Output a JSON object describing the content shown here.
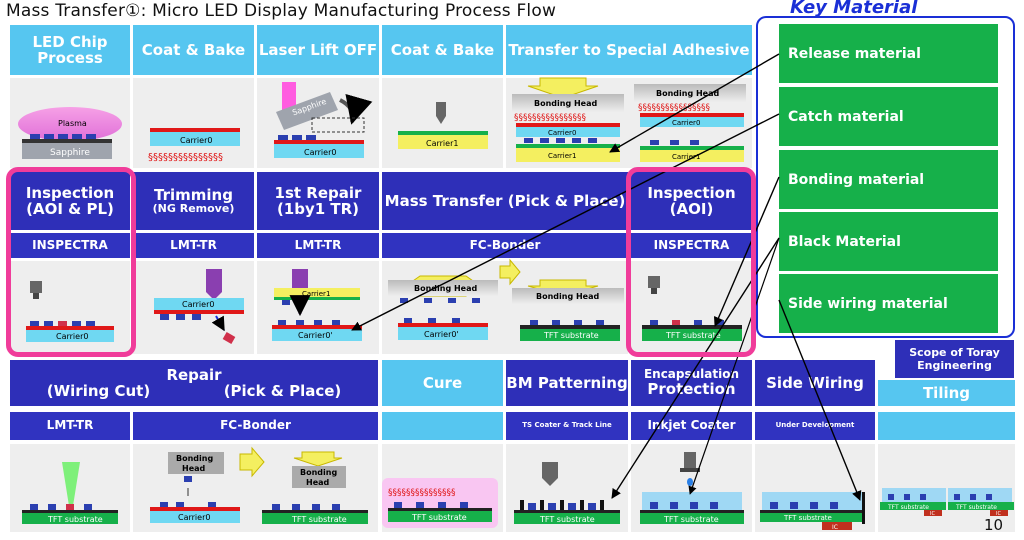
{
  "title": "Mass Transfer①: Micro LED Display Manufacturing Process Flow",
  "key_material": {
    "title": "Key Material",
    "items": [
      "Release material",
      "Catch material",
      "Bonding material",
      "Black Material",
      "Side wiring material"
    ]
  },
  "row1": {
    "headers": [
      "LED Chip Process",
      "Coat & Bake",
      "Laser Lift OFF",
      "Coat & Bake",
      "Transfer to Special Adhesive"
    ]
  },
  "row2": {
    "headers": [
      {
        "main": "Inspection (AOI & PL)",
        "sub": ""
      },
      {
        "main": "Trimming",
        "sub": "(NG Remove)"
      },
      {
        "main": "1st Repair (1by1 TR)",
        "sub": ""
      },
      {
        "main": "Mass Transfer (Pick & Place)",
        "sub": ""
      },
      {
        "main": "Inspection (AOI)",
        "sub": ""
      }
    ],
    "equipment": [
      "INSPECTRA",
      "LMT-TR",
      "LMT-TR",
      "FC-Bonder",
      "INSPECTRA"
    ]
  },
  "row3": {
    "repair_main": "Repair",
    "repair_left": "(Wiring Cut)",
    "repair_right": "(Pick & Place)",
    "headers": [
      "Cure",
      "BM Patterning",
      "Encapsulation",
      "Side Wiring",
      "Tiling"
    ],
    "enc_sub": "Protection",
    "equipment": [
      "LMT-TR",
      "FC-Bonder",
      "TS Coater & Track Line",
      "Inkjet Coater",
      "Under Development"
    ]
  },
  "labels": {
    "plasma": "Plasma",
    "sapphire": "Sapphire",
    "carrier0": "Carrier0",
    "carrier0p": "Carrier0'",
    "carrier1": "Carrier1",
    "bonding_head": "Bonding Head",
    "bonding_head_split": [
      "Bonding",
      "Head"
    ],
    "tft": "TFT substrate",
    "ic": "IC"
  },
  "scope": "Scope of Toray Engineering",
  "page_number": "10",
  "colors": {
    "light_header": "#56c6f0",
    "dark_header": "#2e2fb8",
    "key_green": "#16b04a",
    "highlight_pink": "#f03c9a",
    "key_blue": "#1a2fd6"
  }
}
